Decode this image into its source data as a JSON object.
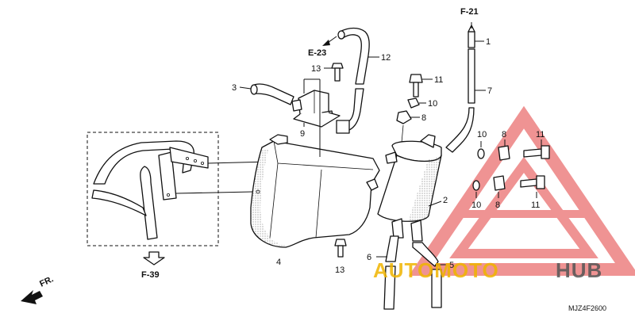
{
  "references": {
    "f21": "F-21",
    "e23": "E-23",
    "f39": "F-39",
    "fr": "FR."
  },
  "callouts": {
    "c1": "1",
    "c2": "2",
    "c3": "3",
    "c4": "4",
    "c5": "5",
    "c6": "6",
    "c7": "7",
    "c8a": "8",
    "c8b": "8",
    "c8c": "8",
    "c9": "9",
    "c10a": "10",
    "c10b": "10",
    "c10c": "10",
    "c11a": "11",
    "c11b": "11",
    "c11c": "11",
    "c12": "12",
    "c13a": "13",
    "c13b": "13"
  },
  "diagram_code": "MJZ4F2600",
  "watermark": {
    "part1": "AUTOMOTO",
    "part2": "HUB"
  },
  "colors": {
    "watermark_red": "#e23b3b",
    "watermark_yellow": "#f0b400",
    "watermark_gray": "#555555",
    "line": "#111111"
  }
}
